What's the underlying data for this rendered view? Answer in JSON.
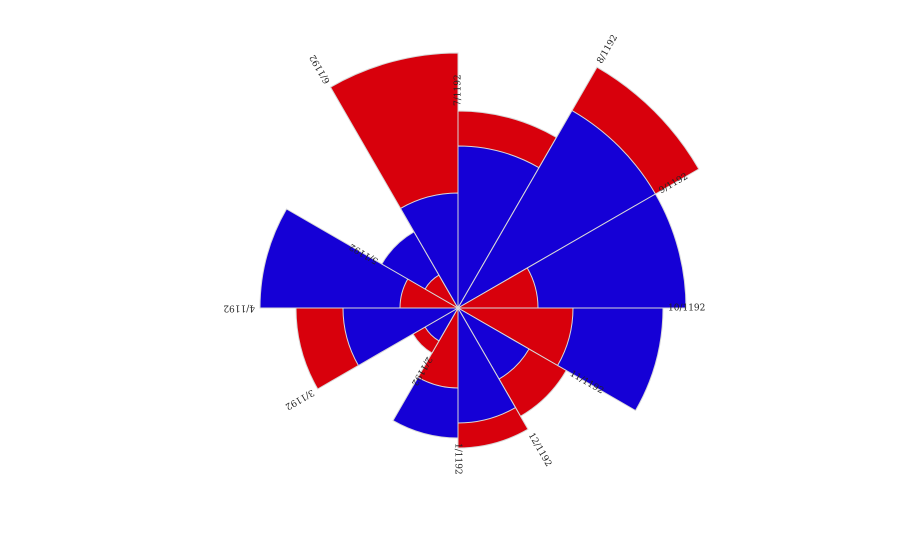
{
  "chart_data": {
    "type": "polar-area",
    "title": "",
    "categories": [
      "1/1192",
      "2/1192",
      "3/1192",
      "4/1192",
      "5/1192",
      "6/1192",
      "7/1192",
      "8/1192",
      "9/1192",
      "10/1192",
      "11/1192",
      "12/1192"
    ],
    "series": [
      {
        "values": [
          130,
          38,
          115,
          198,
          88,
          115,
          162,
          228,
          228,
          205,
          82,
          115
        ]
      },
      {
        "values": [
          80,
          52,
          162,
          58,
          38,
          255,
          197,
          278,
          80,
          115,
          125,
          140
        ]
      }
    ],
    "colors": [
      "#1500d6",
      "#d8000c"
    ]
  }
}
